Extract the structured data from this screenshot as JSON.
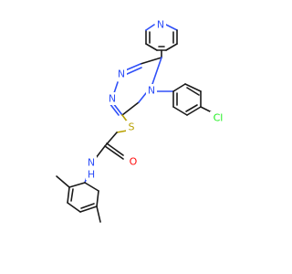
{
  "molecule": {
    "atoms": {
      "n_pyridine": {
        "text": "N",
        "color": "#3050f8"
      },
      "n_triazole_1": {
        "text": "N",
        "color": "#3050f8"
      },
      "n_triazole_2": {
        "text": "N",
        "color": "#3050f8"
      },
      "n_triazole_4": {
        "text": "N",
        "color": "#3050f8"
      },
      "s_thioether": {
        "text": "S",
        "color": "#b8a000"
      },
      "o_carbonyl": {
        "text": "O",
        "color": "#ff0d0d"
      },
      "nh_amide": {
        "text": "N\nH",
        "color": "#3050f8"
      },
      "cl_chloro": {
        "text": "Cl",
        "color": "#1ff01f"
      }
    },
    "colors": {
      "bond": "#1a1a1a",
      "nitrogen": "#3050f8",
      "sulfur": "#b8a000",
      "oxygen": "#ff0d0d",
      "chlorine": "#1ff01f",
      "background": "#ffffff"
    }
  }
}
